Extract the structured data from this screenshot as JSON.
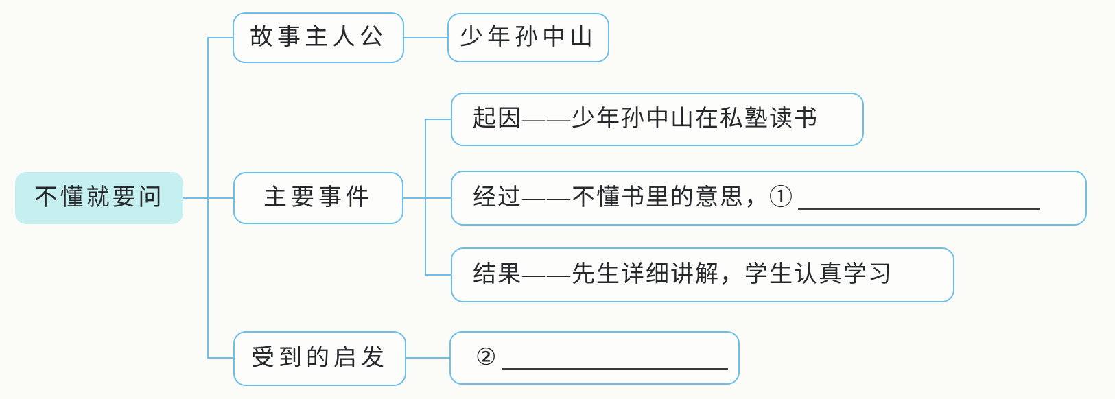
{
  "diagram": {
    "type": "mind-map",
    "direction": "left-to-right",
    "root": "不懂就要问",
    "branches": [
      {
        "label": "故事主人公",
        "children": [
          {
            "text": "少年孙中山"
          }
        ]
      },
      {
        "label": "主要事件",
        "children": [
          {
            "text": "起因——少年孙中山在私塾读书"
          },
          {
            "text": "经过——不懂书里的意思，①",
            "blank_after": true
          },
          {
            "text": "结果——先生详细讲解，学生认真学习"
          }
        ]
      },
      {
        "label": "受到的启发",
        "children": [
          {
            "text": "②",
            "blank_after": true
          }
        ]
      }
    ]
  },
  "nodes": {
    "root": "不懂就要问",
    "branch_protagonist": "故事主人公",
    "protagonist_value": "少年孙中山",
    "branch_events": "主要事件",
    "event_cause": "起因——少年孙中山在私塾读书",
    "event_process": "经过——不懂书里的意思，①",
    "event_result": "结果——先生详细讲解，学生认真学习",
    "branch_inspiration": "受到的启发",
    "inspiration_value": "②"
  },
  "colors": {
    "connector_line": "#6cbfe8",
    "box_border": "#6cbfe8",
    "root_fill": "#c6eff0",
    "box_fill": "#fdfdfb",
    "text": "#26282c",
    "blank_underline": "#3b3b3b",
    "background": "#fbfbf8"
  }
}
